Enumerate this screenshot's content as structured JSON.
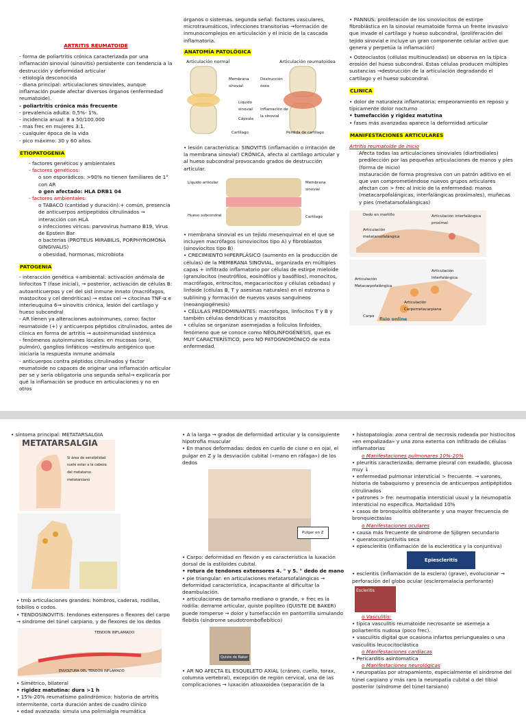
{
  "page1": {
    "title": "ARTRITIS REUMATOIDE",
    "col1": [
      "- forma de poliartritis crónica caracterizada por una inflamación sinovial (sinovitis) persistente con tendencia a la destrucción y deformidad articular",
      "- etiología desconocida",
      "- diana principal: articulaciones sinoviales, aunque inflamación puede afectar diversos órganos (enfermedad reumatoide).",
      "- poliartritis crónica más frecuente",
      "- prevalencia adulta: 0,5%- 1%.",
      "- incidencia anual: 8 a 50/100.000",
      "- mas frec en mujeres 3:1.",
      "- cualquier época de la vida",
      "- pico máximo: 30 y 60 años."
    ],
    "etio_head": "ETIOPATOGENIA",
    "etio": [
      "- factores genéticos y ambientales",
      "- factores genéticos:",
      "o son esporádicos: >90% no tienen familiares de 1° con AR",
      "o gen afectado: HLA DRB1 04",
      "- factores ambientales:",
      "o TABACO (cantidad y duración):+ común, presencia de anticuerpos antipeptidos citrulinados → interacción con HLA",
      "o infecciones víricas: parvovirus humano B19, Virus de Epstein Bar",
      "o bacterias (PROTEUS MIRABILIS, PORPHYROMONA GINGIVALIS)",
      "o obesidad, hormonas, microbiota"
    ],
    "pato_head": "PATOGENIA",
    "pato": [
      "- interacción genética +ambiental: activación anómala de linfocitos T (fase inicial), → posterior, activación de células B: autoanticuerpos y cel del sist inmune innato (macrófagos, mastocitos y cel dendríticas) → estas cel → citocinas TNF-α e interleuquina 6→ sinovitis crónica, lesión del cartílago y hueso subcondral",
      "- AR tienen ya alteraciones autoinmunes, como: factor reumatoide (+) y anticuerpos péptidos citrulinados, antes de clínica en forma de artritis → autoinmunidad sistémica",
      "- fenómenos autoinmunes locales: en mucosas (oral, pulmón), ganglios linfáticos →estímulo antigénico que iniciaría la respuesta inmune anómala",
      "- anticuerpos contra péptidos citrulinados y factor reumatoide no capaces de originar una inflamación articular per se y sería obligatoria una segunda señal→ explicaría por qué la inflamación se produce en articulaciones y no en otros"
    ],
    "col2_top": "órganos o sistemas. segunda señal: factores vasculares, microtraumáticos, infecciones transitorias →formación de inmunocomplejos en articulación y el inicio de la cascada inflamatoria.",
    "anat_head": "ANATOMÍA PATOLÓGICA",
    "img1_left": "Articulación normal",
    "img1_right": "Articulación reumatoidea",
    "img1_labels": [
      "Membrana sinovial",
      "Líquido sinovial",
      "Cápsula",
      "Cartílago",
      "Destrucción ósea",
      "Inflamación de la sinovial",
      "Pérdida de cartílago"
    ],
    "col2_mid": "• lesión característica: SINOVITIS (inflamación o irritación de la membrana sinovial) CRÓNICA, afecta al cartílago articular y al hueso subcondral provocando grados de destrucción articular.",
    "img2_labels": [
      "Líquido articular",
      "Membrana sinovial",
      "Hueso subcondral",
      "Cartílago"
    ],
    "col2_bottom": [
      "• membrana sinovial es un tejido mesenquimal en el que se incluyen macrófagos (sinoviocitos tipo A) y fibroblastos (sinoviocitos tipo B)",
      "• CRECIMIENTO HIPERPLÁSICO (aumento en la producción de células) de la MEMBRANA SINOVIAL, organizada en múltiples capas + infiltrado inflamatorio por células de estirpe mieloide (granulocitos (neutrófilos, eosinófilos y basófilos), monocitos, macrófagos, eritrocitos, megacariocitos y células cebadas) y linfoide (células B, T y asesinas naturales) en el estroma o sublining y formación de nuevos vasos sanguíneos (neoangiogénesis)",
      "• CÉLULAS PREDOMINANTES: macrófagos, linfocitos T y B y también células dendríticas y mastocitos",
      "• células se organizan asemejadas a folículos linfoides, fenómeno que se conoce como NEOLINFOGÉNESIS, que es MUY CARACTERÍSTICO, pero NO PATOGNOMÓNICO de esta enfermedad."
    ],
    "col3_top": [
      "• PANNUS: proliferación de los sinoviocitos de estirpe fibroblástica en la sinovial reumatoide forma un frente invasivo que invade el cartílago y hueso subcondral, (proliferación del tejido sinovial e incluye un gran componente celular activo que genera y perpetúa la inflamación)",
      "• Osteoclastos (células multinucleadas) se observa en la típica erosión del hueso subcondral. Estas células producen múltiples sustancias →destrucción de la articulación degradando el cartílago y el hueso subcondral."
    ],
    "clin_head": "CLINICA",
    "clin": [
      "• dolor de naturaleza inflamatoria: empeoramiento en reposo y típicamente dolor nocturno",
      "• tumefacción y rigidez matutina",
      "• fases más avanzadas aparece la deformidad articular"
    ],
    "manif_head": "MANIFESTACIONES ARTICULARES",
    "manif_sub": "Artritis reumatoide de inicio",
    "manif": [
      "Afecta todas las articulaciones sinoviales (diartrodiales)",
      "predilección por las pequeñas articulaciones de manos y pies (forma de inicio)",
      "instauración de forma progresiva con un patrón aditivo en el que van comprometiéndose nuevos grupos articulares",
      "afectan con > frec al inicio de la enfermedad: manos (metacarpofalángicas, interfalángicas proximales), muñecas y pies (metatarsofalángicas)"
    ],
    "img3_labels": [
      "Dedo en martillo",
      "Articulación interfalángica proximal",
      "Articulación metatarsofalángica"
    ],
    "img4_labels": [
      "Articulación Metacarpofalángica",
      "Articulación Interfalángica",
      "Articulación Carpometacarpiana",
      "Carpo",
      "fisio online"
    ]
  },
  "page2": {
    "col1_top": "• síntoma principal: METATARSALGIA",
    "img_meta": "METATARSALGIA",
    "img_meta_sub": "Si área de sensibilidad suele estar a la cabeza del metatarso",
    "img_meta_sub2": "metatarsiano",
    "col1_mid": [
      "• tmb articulaciones grandes: hombros, caderas, rodillas, tobillos o codos.",
      "• TENDOSINOVITIS: tendones extensores o flexores del carpo → síndrome del túnel carpiano, y de flexores de los dedos"
    ],
    "img_tendon": "TENDON INFLAMADO",
    "img_tendon2": "ENVOLTURA DEL TENDÓN INFLAMADO",
    "col1_bottom": [
      "• Simétrico, bilateral",
      "• rigidez matutina: dura >1 h",
      "• 15%-20% reumatismo palindrómico: historia de artritis intermitente, corta duración antes de cuadro clínico",
      "• edad avanzada: simula una polimialgia reumática"
    ],
    "col2_top": [
      "• A la larga → grados de deformidad articular y la consiguiente hipotrofia muscular",
      "• En manos deformadas: dedos en cuello de cisne o en ojal, el pulgar en Z y la desviación cubital («mano en ráfaga») de los dedos"
    ],
    "pulgar": "Pulgar en Z",
    "col2_mid": [
      "• Carpo: deformidad en flexión y es característica la luxación dorsal de la estiloides cubital.",
      "• rotura de tendones extensores 4. ° y 5. ° dedo de mano",
      "• pie triangular: en articulaciones metatarsofalángicas → deformidad característica, incapacitante al dificultar la deambulación.",
      "• articulaciones de tamaño mediano o grande, + frec es la rodilla: derrame articular, quiste poplíteo (QUISTE DE BAKER) puede romperse → dolor y tumefacción en pantorrilla simulando flebitis (síndrome seudotromboflebítico)"
    ],
    "quiste": "Quiste de Baker",
    "col2_bottom": "• AR NO AFECTA EL ESQUELETO AXIAL (cráneo, cuello, torax, columna vertebral), excepción de región cervical, una de las complicaciones → luxación atloaxoidea (separación de la",
    "col3": [
      "• histopatología: zona central de necrosis rodeada por histiocitos «en empalizada» y una zona externa con infiltrado de células inflamatorias",
      "o Manifestaciones pulmonares 10%-20%",
      "• pleuritis caracterizada: derrame pleural con exudado, glucosa muy ↓",
      "• enfermedad pulmonar intersticial > frecuente. → varones, historia de tabaquismo y presencia de anticuerpos antipéptidos citrulinados",
      "• patrones > fre: neumopatía intersticial usual y la neumopatía intersticial no específica. Mortalidad 10%",
      "• casos de bronquiolitis obliterante y una mayor frecuencia de bronquiectasias",
      "o Manifestaciones oculares",
      "• causa más frecuente de síndrome de Sjögren secundario",
      "• queratoconjuntivitis seca",
      "• epiescleritis (inflamación de la esclerótica y la conjuntiva)",
      "Epiescleritis",
      "• escleritis (inflamación de la esclera) (grave), evolucionar → perforación del globo ocular (escleromalacia perforante)",
      "Escleritis",
      "o Vasculitis:",
      "• típica vasculitis reumatoide necrosante se asemeja a poliarteritis nudosa (poco frec).",
      "• vasculitis digital que ocasiona infartos periungueales o una vasculitis leucocitoclástica",
      "o Manifestaciones cardíacas",
      "• Pericarditis asintomatica",
      "o Manifestaciones neurológicas",
      "• neuropatías por atrapamiento, especialmente el síndrome del túnel carpiano y más raro la neuropatía cubital o del tibial posterior (síndrome del túnel tarsiano)"
    ]
  },
  "colors": {
    "highlight": "#ffff00",
    "red": "#c00000"
  }
}
